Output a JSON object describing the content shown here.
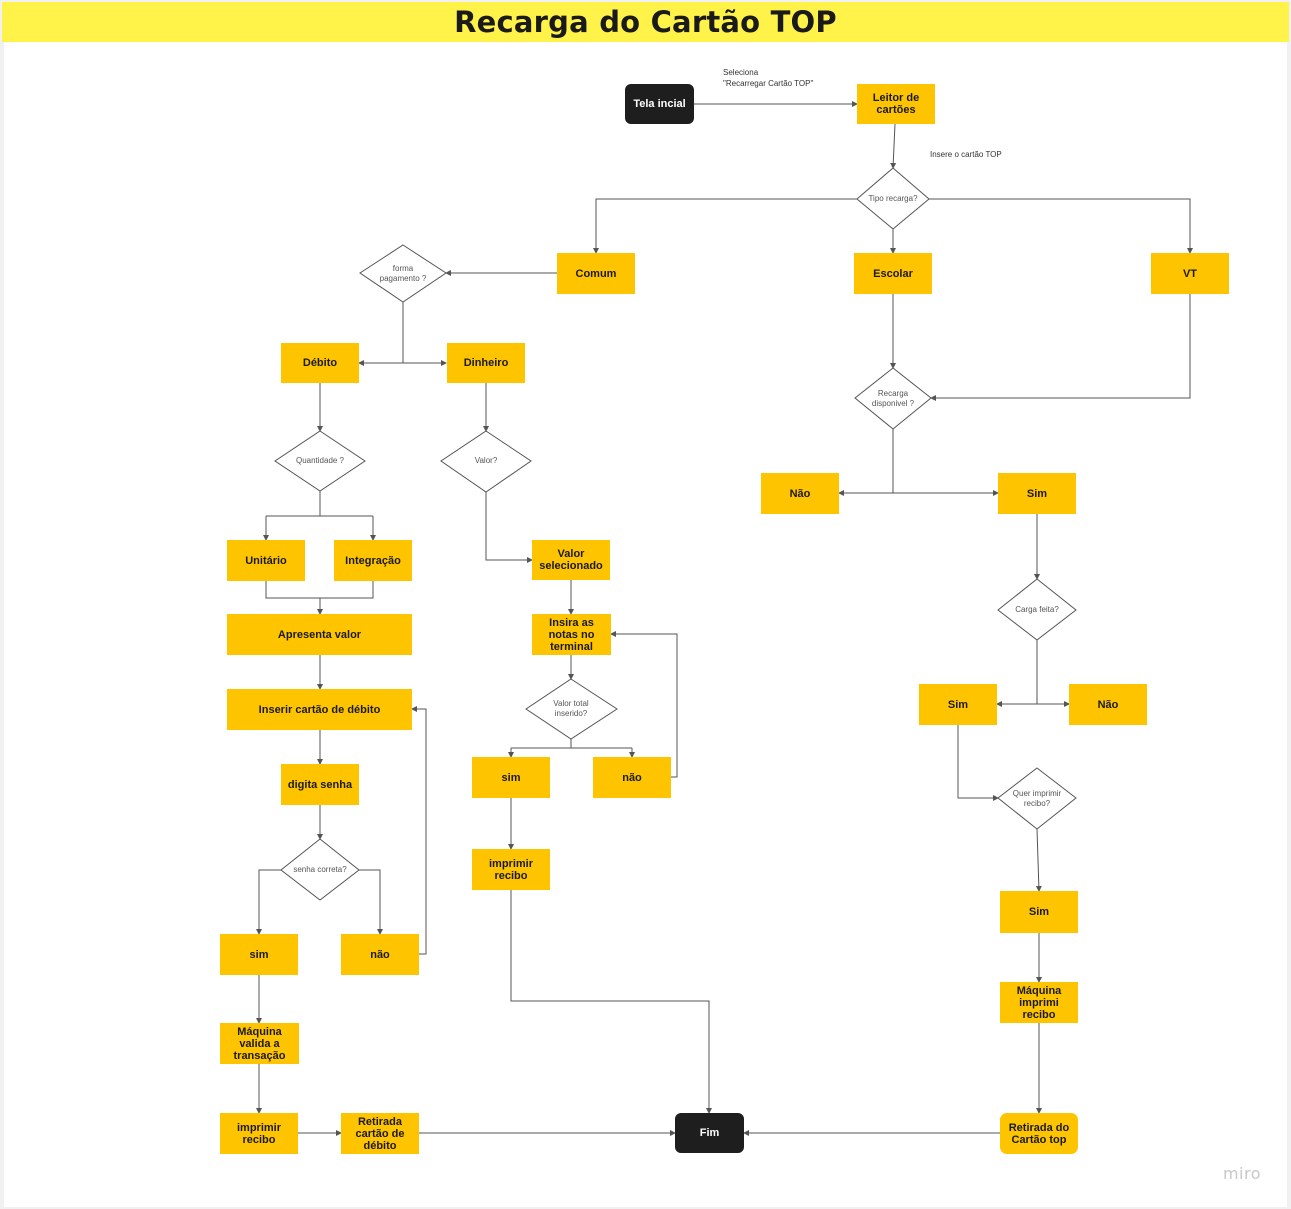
{
  "title": "Recarga do Cartão TOP",
  "watermark": "miro",
  "notes": {
    "select_line1": "Seleciona",
    "select_line2": "\"Recarregar Cartão TOP\"",
    "insert_card": "Insere o cartão TOP"
  },
  "nodes": {
    "start": "Tela incial",
    "reader": "Leitor de cartões",
    "comum": "Comum",
    "escolar": "Escolar",
    "vt": "VT",
    "debito": "Débito",
    "dinheiro": "Dinheiro",
    "unitario": "Unitário",
    "integracao": "Integração",
    "apresenta": "Apresenta valor",
    "inserir_cartao": "Inserir cartão de débito",
    "digita_senha": "digita senha",
    "sim_senha": "sim",
    "nao_senha": "não",
    "maquina_valida": "Máquina valida a transação",
    "imprimir_debito": "imprimir recibo",
    "retirada_debito": "Retirada cartão de débito",
    "valor_selecionado": "Valor selecionado",
    "insira_notas": "Insira as notas no terminal",
    "sim_total": "sim",
    "nao_total": "não",
    "imprimir_dinheiro": "imprimir recibo",
    "fim": "Fim",
    "nao_recarga": "Não",
    "sim_recarga": "Sim",
    "sim_carga": "Sim",
    "nao_carga": "Não",
    "sim_recibo": "Sim",
    "maquina_imprimi": "Máquina imprimi recibo",
    "retirada_top": "Retirada do Cartão top"
  },
  "decisions": {
    "tipo": "Tipo recarga?",
    "forma": "forma pagamento ?",
    "quantidade": "Quantidade ?",
    "valor": "Valor?",
    "senha": "senha correta?",
    "total": "Valor total inserido?",
    "recarga": "Recarga disponivel ?",
    "carga": "Carga feita?",
    "quer": "Quer imprimir recibo?"
  }
}
